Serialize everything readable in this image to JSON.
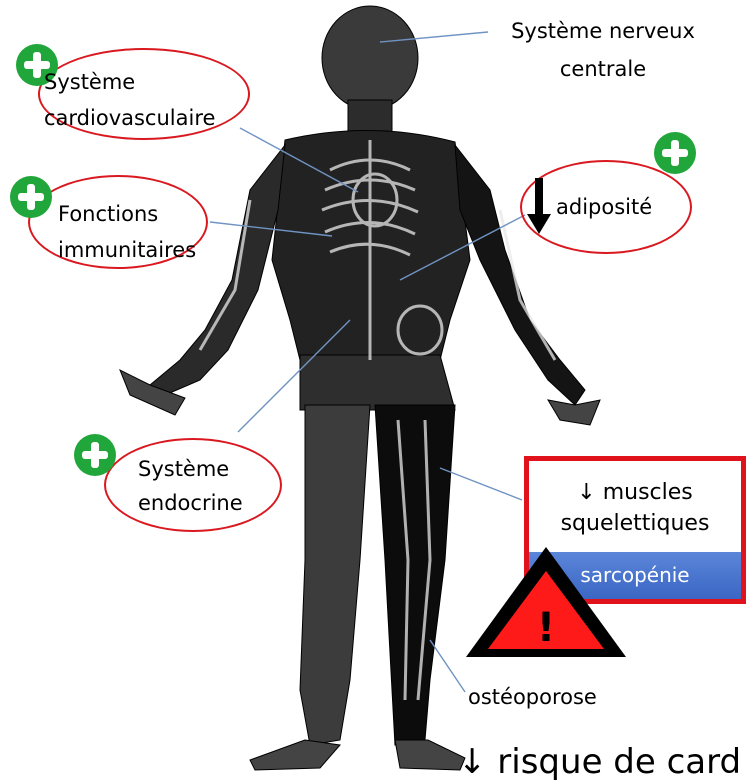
{
  "labels": {
    "snc": "Système nerveux\ncentrale",
    "cardio": "Système\ncardiovasculaire",
    "immun": "Fonctions\nimmunitaires",
    "adipo": "adiposité",
    "endo": "Système\nendocrine",
    "muscles": "↓ muscles\nsquelettiques",
    "sarco": "sarcopénie",
    "osteo": "ostéoporose",
    "bottom": "↓ risque de card"
  },
  "warning": {
    "glyph": "!"
  },
  "icons": [
    "plus-icon",
    "plus-icon",
    "plus-icon",
    "plus-icon",
    "down-arrow-icon",
    "warning-icon"
  ],
  "colors": {
    "oval": "#d9181f",
    "plus": "#20a63a",
    "box_border": "#e0121c",
    "band": "#4a76cf",
    "warning_fill": "#ff1a1a",
    "leader": "#6f93c2"
  }
}
